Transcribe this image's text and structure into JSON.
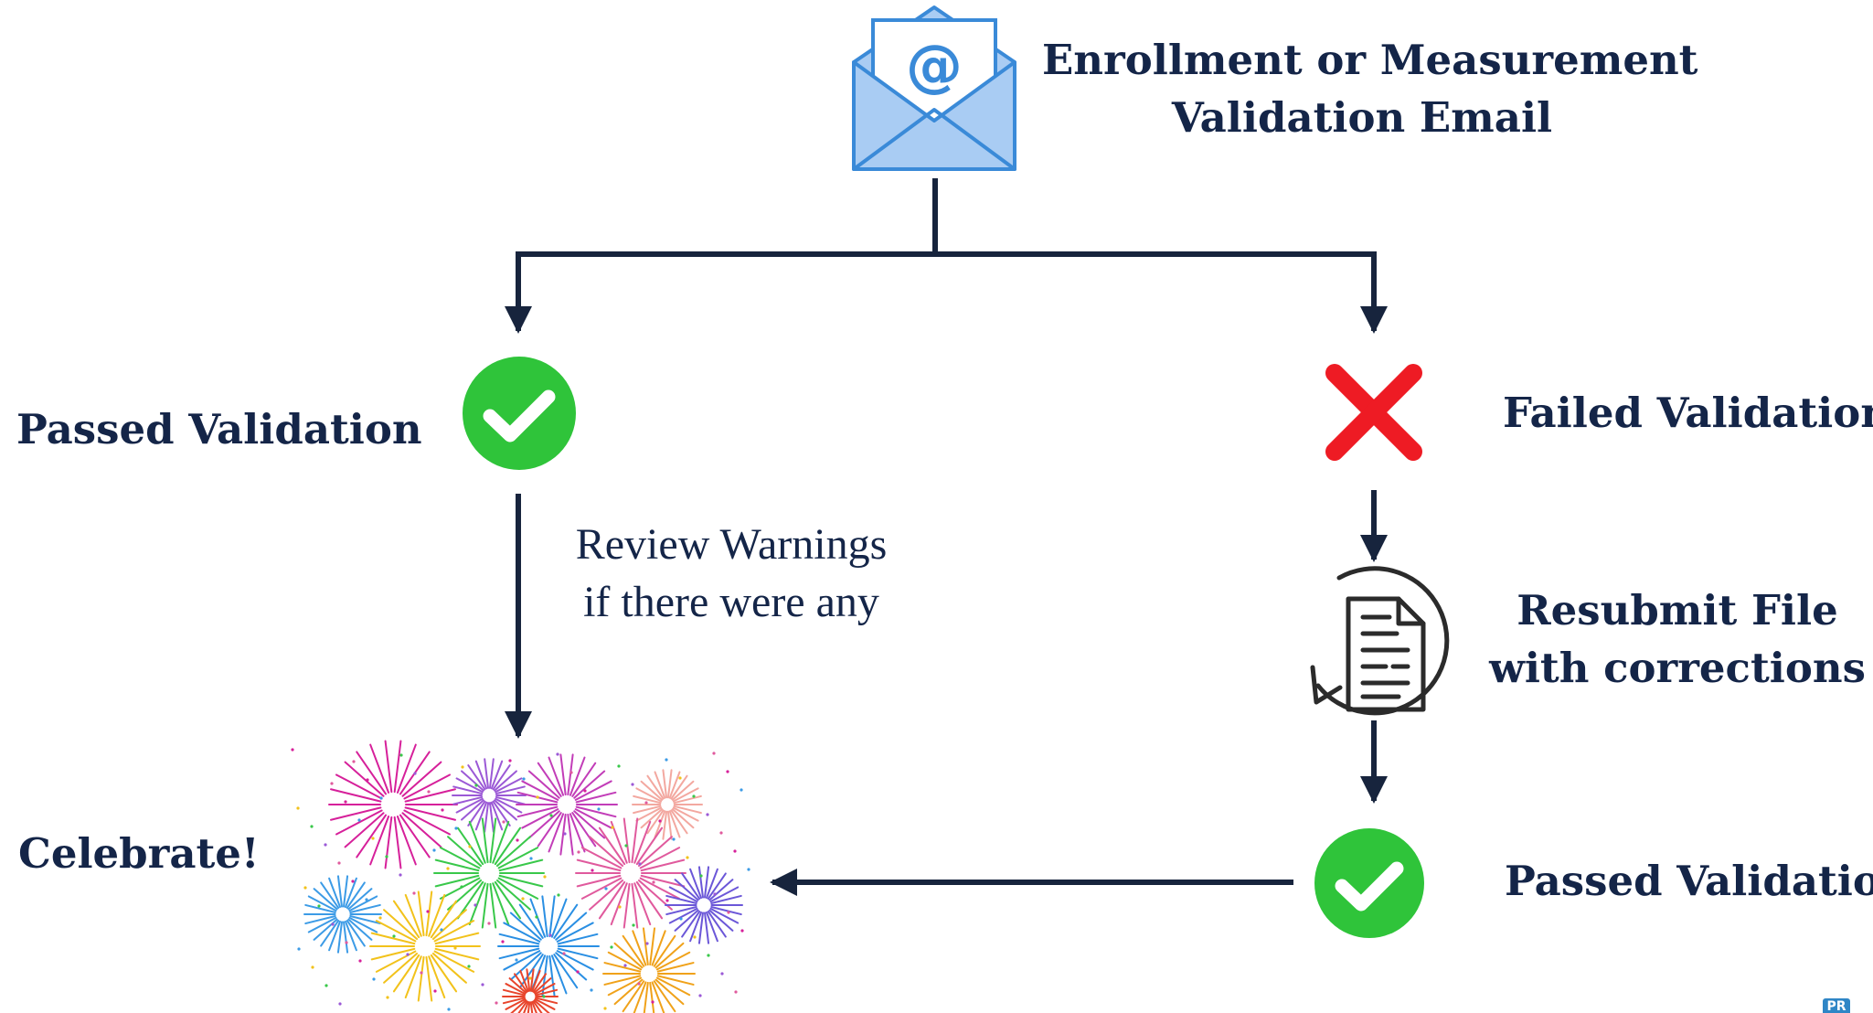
{
  "email_node": {
    "icon": "email-at-icon",
    "title_line1": "Enrollment or Measurement",
    "title_line2": "Validation Email"
  },
  "passed_left": {
    "label": "Passed Validation",
    "icon": "check-circle-icon"
  },
  "failed": {
    "label": "Failed Validation",
    "icon": "red-x-icon"
  },
  "review_note": {
    "line1": "Review Warnings",
    "line2": "if there were any"
  },
  "resubmit": {
    "icon": "document-refresh-icon",
    "line1": "Resubmit File",
    "line2": "with corrections"
  },
  "passed_right": {
    "label": "Passed Validation",
    "icon": "check-circle-icon"
  },
  "celebrate": {
    "label": "Celebrate!",
    "icon": "fireworks-icon"
  },
  "corner_badge": "PR",
  "colors": {
    "text": "#142548",
    "connector": "#17243d",
    "success": "#2fc43a",
    "failure": "#ee1b24",
    "envelope_fill": "#a9ccf3",
    "envelope_stroke": "#3a8ad8"
  }
}
